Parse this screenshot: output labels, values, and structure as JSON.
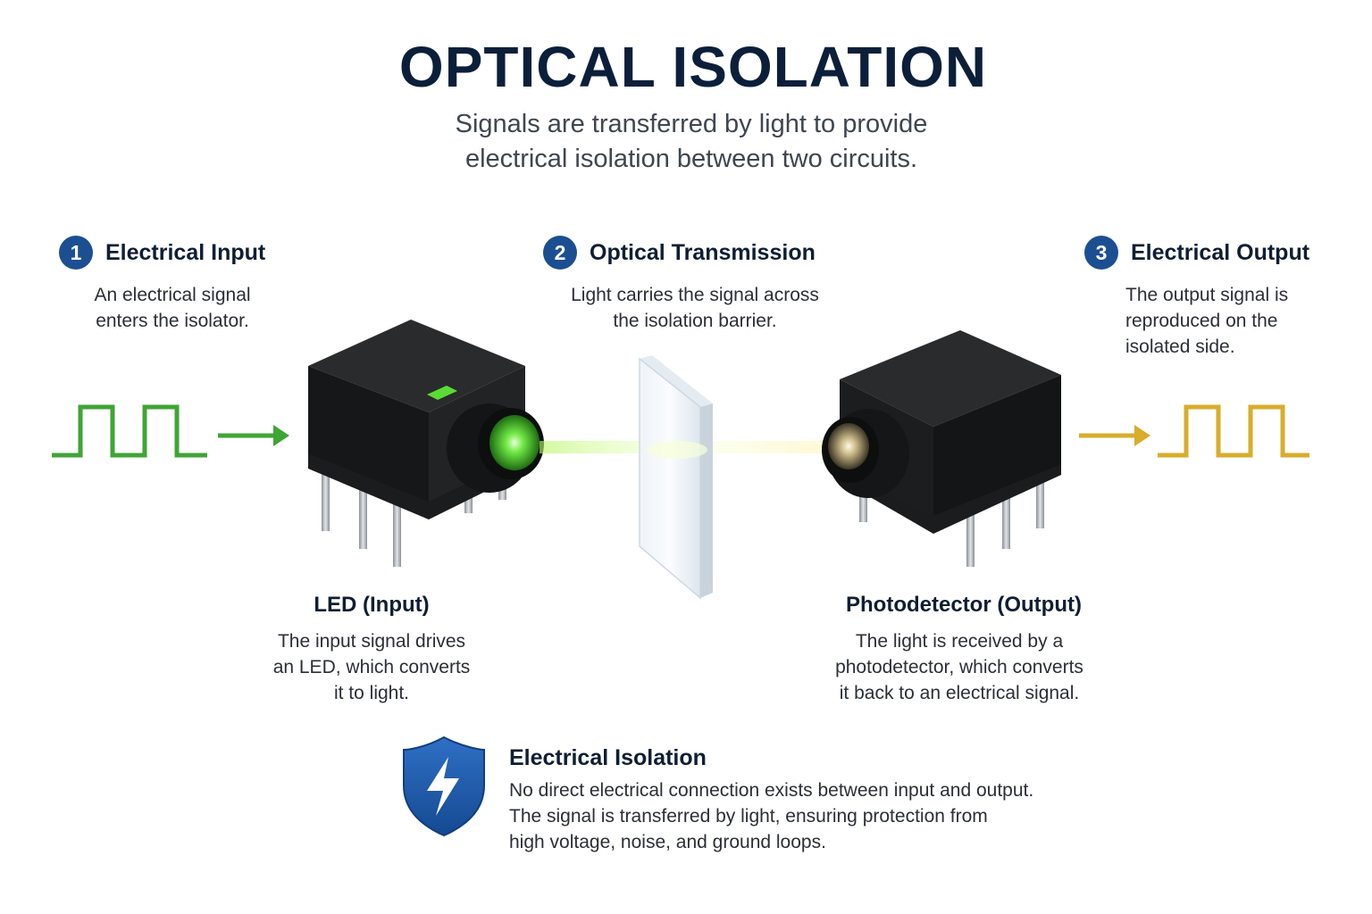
{
  "header": {
    "title": "OPTICAL ISOLATION",
    "subtitle_lines": [
      "Signals are transferred by light to provide",
      "electrical isolation between two circuits."
    ]
  },
  "steps": [
    {
      "number": "1",
      "title": "Electrical Input",
      "desc_lines": [
        "An electrical signal",
        "enters the isolator."
      ]
    },
    {
      "number": "2",
      "title": "Optical Transmission",
      "desc_lines": [
        "Light carries the signal across",
        "the isolation barrier."
      ]
    },
    {
      "number": "3",
      "title": "Electrical Output",
      "desc_lines": [
        "The output signal is",
        "reproduced on the",
        "isolated side."
      ]
    }
  ],
  "components": [
    {
      "title": "LED (Input)",
      "desc_lines": [
        "The input signal drives",
        "an LED, which converts",
        "it to light."
      ]
    },
    {
      "title": "Photodetector (Output)",
      "desc_lines": [
        "The light is received by a",
        "photodetector, which converts",
        "it back to an electrical signal."
      ]
    }
  ],
  "isolation": {
    "title": "Electrical Isolation",
    "desc_lines": [
      "No direct electrical connection exists between input and output.",
      "The signal is transferred by light, ensuring protection from",
      "high voltage, noise, and ground loops."
    ],
    "icon": "shield-lightning-icon"
  },
  "colors": {
    "navy": "#0b1f3a",
    "step_badge": "#1b4f91",
    "input_signal": "#3fa535",
    "output_signal": "#d9ac2b",
    "led_glow": "#59e03a",
    "shield": "#1d5aa8"
  }
}
